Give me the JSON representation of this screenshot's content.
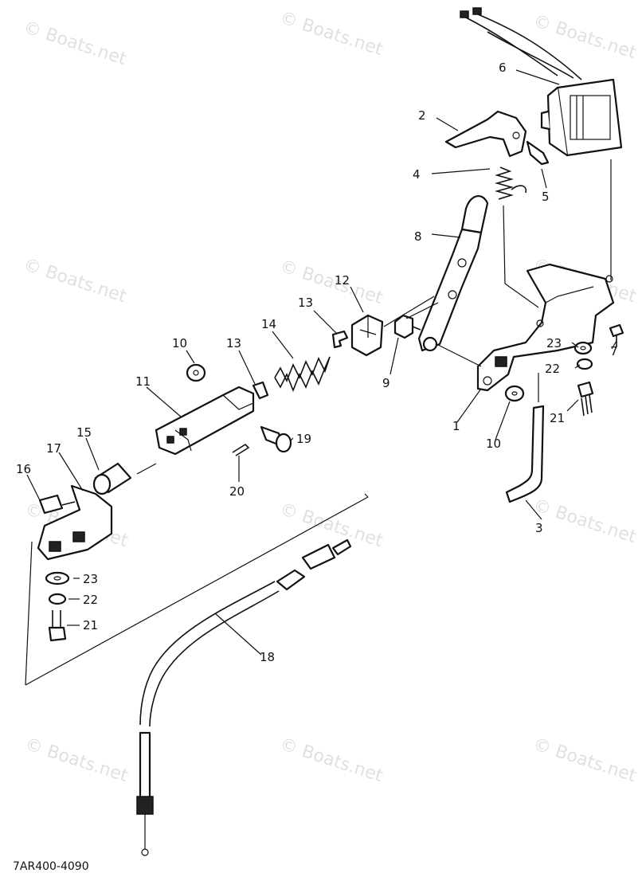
{
  "diagram": {
    "code": "7AR400-4090",
    "watermark": "© Boats.net",
    "labels": {
      "p1": "1",
      "p2": "2",
      "p3": "3",
      "p4": "4",
      "p5": "5",
      "p6": "6",
      "p7": "7",
      "p8": "8",
      "p9": "9",
      "p10a": "10",
      "p10b": "10",
      "p11": "11",
      "p12": "12",
      "p13a": "13",
      "p13b": "13",
      "p14": "14",
      "p15": "15",
      "p16": "16",
      "p17": "17",
      "p18": "18",
      "p19": "19",
      "p20": "20",
      "p21a": "21",
      "p21b": "21",
      "p22a": "22",
      "p22b": "22",
      "p23a": "23",
      "p23b": "23"
    }
  }
}
